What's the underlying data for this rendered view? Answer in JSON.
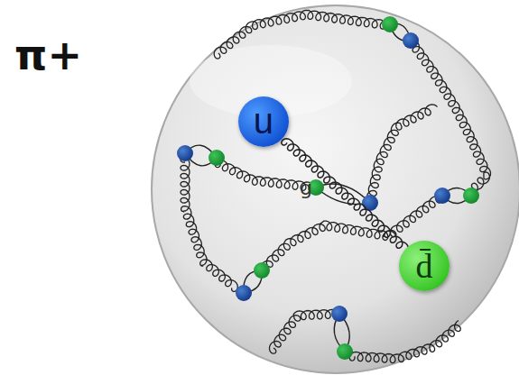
{
  "diagram": {
    "title": "π+",
    "nodes": [
      {
        "text": [
          "u"
        ]
      },
      {
        "text": [
          "d̄"
        ]
      }
    ],
    "edges": [
      {
        "from": 0,
        "to": 1,
        "arrow": "none",
        "label": "g"
      }
    ]
  }
}
